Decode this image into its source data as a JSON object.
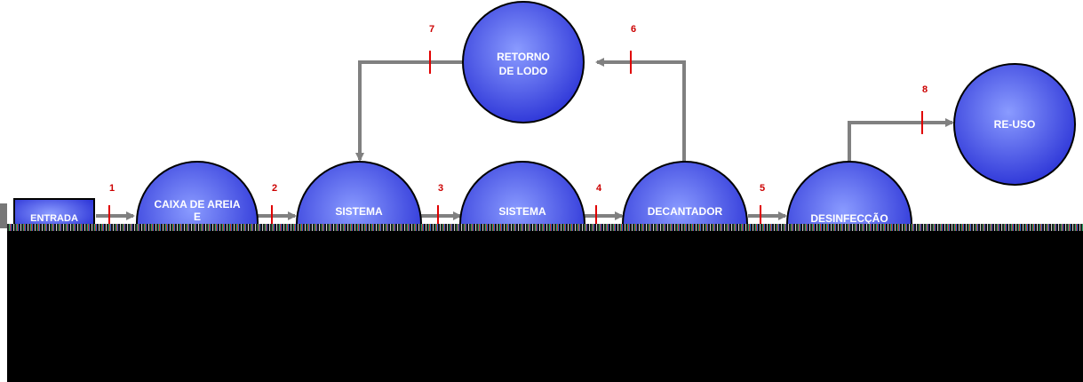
{
  "diagram": {
    "nodes": [
      {
        "id": "entrada",
        "lines": [
          "ENTRADA"
        ]
      },
      {
        "id": "caixa-de-areia",
        "lines": [
          "CAIXA DE AREIA",
          "E"
        ]
      },
      {
        "id": "sistema-anaerobio",
        "lines": [
          "SISTEMA"
        ]
      },
      {
        "id": "sistema-aerobio",
        "lines": [
          "SISTEMA"
        ]
      },
      {
        "id": "decantador-secundario",
        "lines": [
          "DECANTADOR"
        ]
      },
      {
        "id": "desinfeccao",
        "lines": [
          "DESINFECÇÃO"
        ]
      },
      {
        "id": "retorno-de-lodo",
        "lines": [
          "RETORNO",
          "DE LODO"
        ]
      },
      {
        "id": "re-uso",
        "lines": [
          "RE-USO"
        ]
      }
    ],
    "points": [
      "1",
      "2",
      "3",
      "4",
      "5",
      "6",
      "7",
      "8"
    ],
    "colors": {
      "node_fill_center": "#8a9bff",
      "node_fill_edge": "#2a32d6",
      "node_stroke": "#000000",
      "arrow": "#808080",
      "point_marker": "#e00000",
      "point_label": "#cc0000"
    }
  }
}
